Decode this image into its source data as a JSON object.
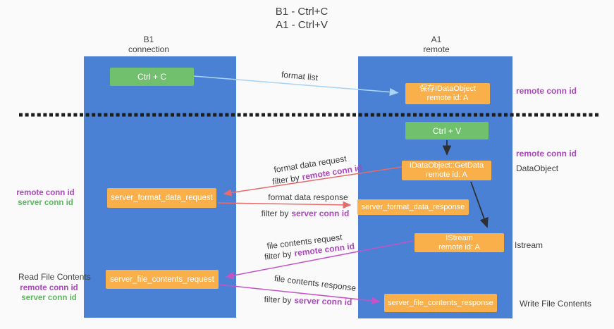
{
  "title": {
    "line1": "B1 - Ctrl+C",
    "line2": "A1 - Ctrl+V"
  },
  "lanes": {
    "left": {
      "name": "B1",
      "role": "connection"
    },
    "right": {
      "name": "A1",
      "role": "remote"
    }
  },
  "nodes": {
    "ctrl_c": {
      "label": "Ctrl + C"
    },
    "ctrl_v": {
      "label": "Ctrl + V"
    },
    "save_dataobject": {
      "line1": "保存IDataObject",
      "line2": "remote id: A"
    },
    "getdata": {
      "line1": "IDataObject::GetData",
      "line2": "remote id: A"
    },
    "istream": {
      "line1": "IStream",
      "line2": "remote id: A"
    },
    "server_format_data_request": {
      "label": "server_format_data_request"
    },
    "server_format_data_response": {
      "label": "server_format_data_response"
    },
    "server_file_contents_request": {
      "label": "server_file_contents_request"
    },
    "server_file_contents_response": {
      "label": "server_file_contents_response"
    }
  },
  "side_labels": {
    "remote_conn_id": "remote conn id",
    "server_conn_id": "server conn id",
    "dataobject": "DataObject",
    "istream": "Istream",
    "read_file_contents": "Read File Contents",
    "write_file_contents": "Write File Contents"
  },
  "flow_labels": {
    "format_list": "format list",
    "format_data_request": "format data request",
    "format_data_response": "format data response",
    "file_contents_request": "file contents request",
    "file_contents_response": "file contents response",
    "filter_by": "filter by"
  },
  "colors": {
    "lane_blue": "#4a81d4",
    "box_green": "#71c06e",
    "box_orange": "#f9b04b",
    "label_purple": "#ab47bc",
    "label_green": "#5fb760",
    "arrow_red": "#e86a6a",
    "arrow_magenta": "#c653c6",
    "arrow_lightblue": "#aad4f5",
    "arrow_black": "#2f2f2f",
    "separator_black": "#1f1f1f"
  }
}
